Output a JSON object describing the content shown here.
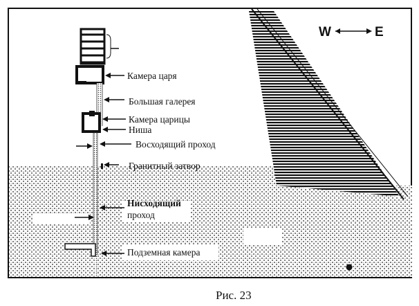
{
  "figure": {
    "caption": "Рис. 23",
    "compass": {
      "west": "W",
      "east": "E"
    },
    "labels": {
      "kings_chamber": "Камера царя",
      "grand_gallery": "Большая галерея",
      "queens_chamber": "Камера царицы",
      "niche": "Ниша",
      "ascending_passage": "Восходящий проход",
      "granite_plug": "Гранитный затвор",
      "descending_passage_line1": "Нисходящий",
      "descending_passage_line2": "проход",
      "subterranean_chamber": "Подземная камера"
    }
  }
}
